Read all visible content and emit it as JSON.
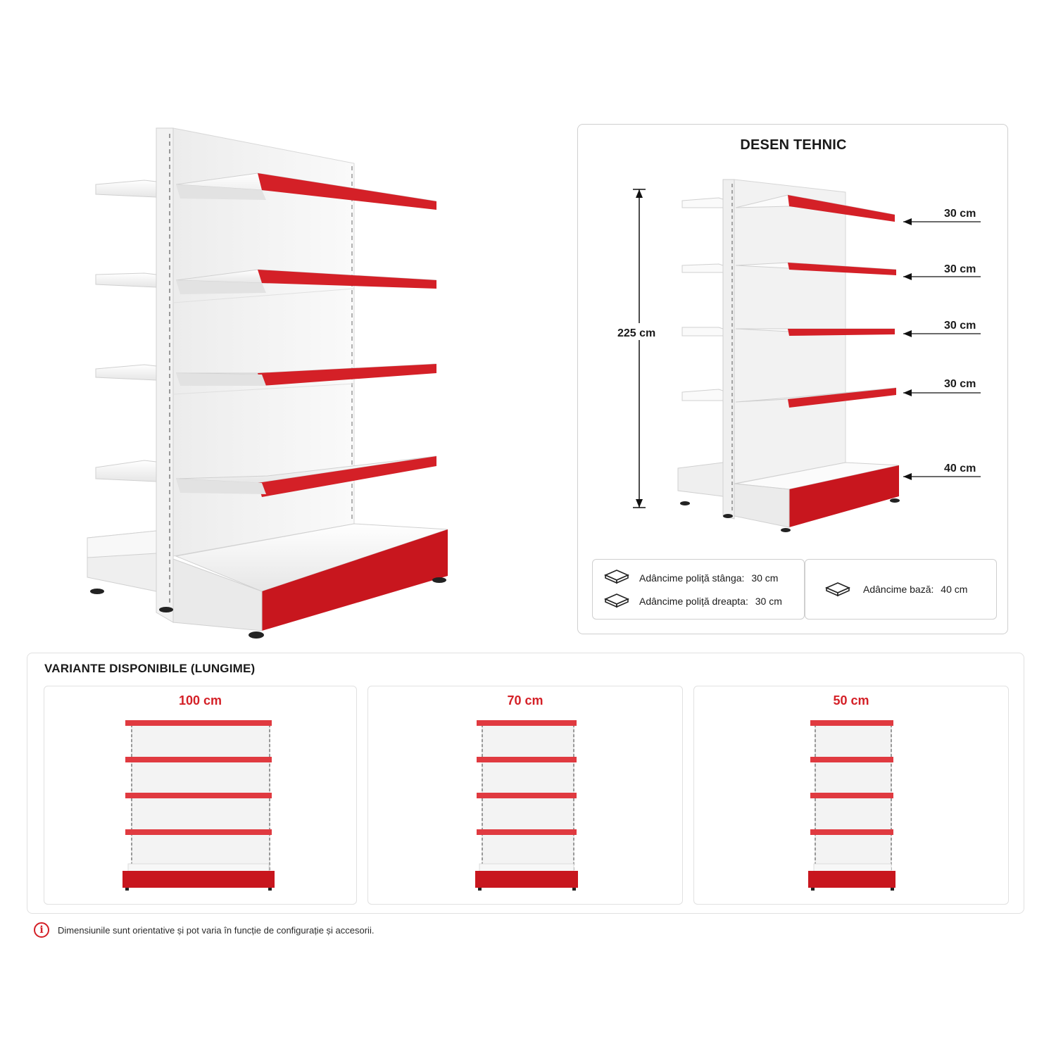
{
  "colors": {
    "accent_red": "#d42027",
    "shelf_white": "#f4f4f4",
    "border_gray": "#cfcfcf"
  },
  "technical_drawing": {
    "title": "DESEN TEHNIC",
    "total_height": "225 cm",
    "shelf_depths": [
      "30 cm",
      "30 cm",
      "30 cm",
      "30 cm",
      "40 cm"
    ],
    "specs": {
      "left_shelf": {
        "label": "Adâncime poliță stânga:",
        "value": "30 cm"
      },
      "right_shelf": {
        "label": "Adâncime poliță dreapta:",
        "value": "30 cm"
      },
      "base": {
        "label": "Adâncime bază:",
        "value": "40 cm"
      }
    },
    "icons": [
      "shelf-depth-icon",
      "shelf-depth-icon",
      "base-depth-icon"
    ]
  },
  "variants": {
    "title": "VARIANTE DISPONIBILE (LUNGIME)",
    "items": [
      {
        "label": "100 cm"
      },
      {
        "label": "70 cm"
      },
      {
        "label": "50 cm"
      }
    ]
  },
  "note": {
    "icon": "info-icon",
    "text": "Dimensiunile sunt orientative și pot varia în funcție de configurație și accesorii."
  }
}
